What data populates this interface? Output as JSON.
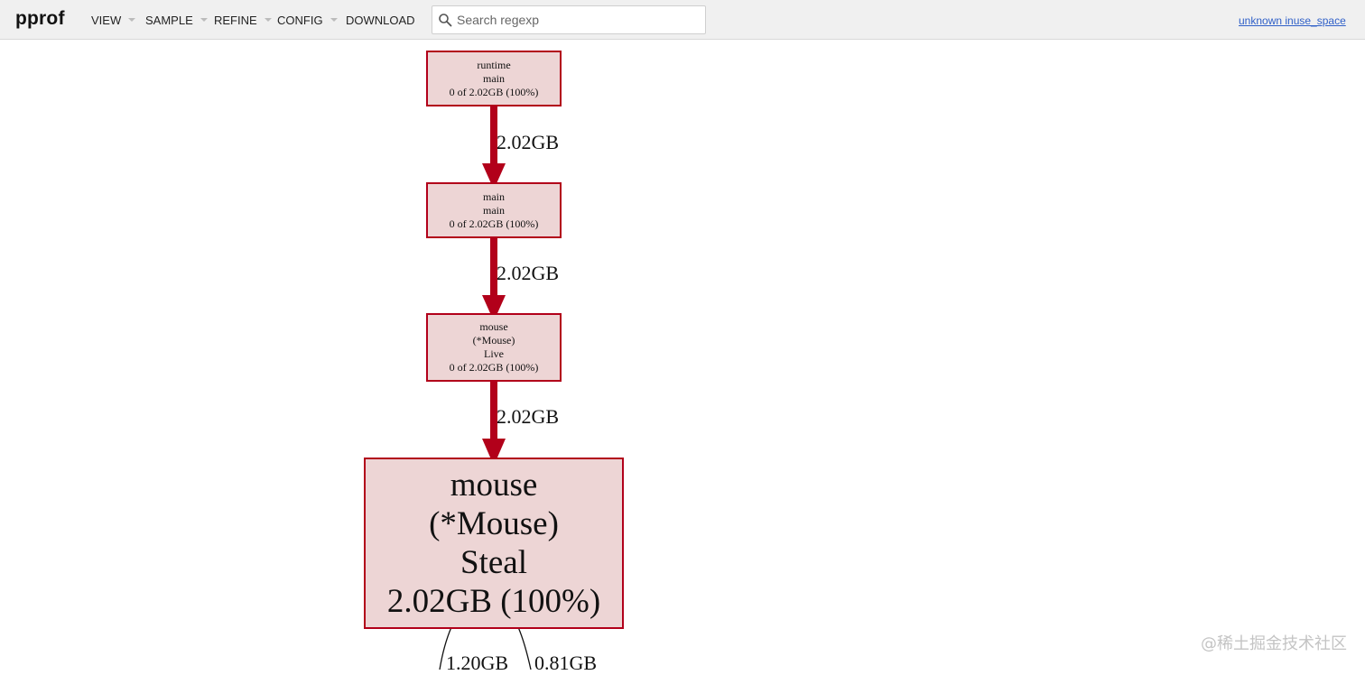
{
  "header": {
    "logo": "pprof",
    "menu": [
      {
        "label": "VIEW",
        "has_dropdown": true
      },
      {
        "label": "SAMPLE",
        "has_dropdown": true
      },
      {
        "label": "REFINE",
        "has_dropdown": true
      },
      {
        "label": "CONFIG",
        "has_dropdown": true
      },
      {
        "label": "DOWNLOAD",
        "has_dropdown": false
      }
    ],
    "search": {
      "placeholder": "Search regexp",
      "value": "",
      "icon": "search-icon"
    },
    "profile_link": "unknown inuse_space"
  },
  "graph": {
    "nodes": [
      {
        "lines": [
          "runtime",
          "main",
          "0 of 2.02GB (100%)"
        ]
      },
      {
        "lines": [
          "main",
          "main",
          "0 of 2.02GB (100%)"
        ]
      },
      {
        "lines": [
          "mouse",
          "(*Mouse)",
          "Live",
          "0 of 2.02GB (100%)"
        ]
      },
      {
        "lines": [
          "mouse",
          "(*Mouse)",
          "Steal",
          "2.02GB (100%)"
        ]
      }
    ],
    "edges": [
      {
        "from": 0,
        "to": 1,
        "label": "2.02GB"
      },
      {
        "from": 1,
        "to": 2,
        "label": "2.02GB"
      },
      {
        "from": 2,
        "to": 3,
        "label": "2.02GB"
      },
      {
        "from": 3,
        "to": null,
        "label": "1.20GB"
      },
      {
        "from": 3,
        "to": null,
        "label": "0.81GB"
      }
    ],
    "colors": {
      "node_fill": "#edd5d5",
      "node_border": "#b2001a",
      "edge": "#b2001a"
    }
  },
  "watermark": "@稀土掘金技术社区"
}
